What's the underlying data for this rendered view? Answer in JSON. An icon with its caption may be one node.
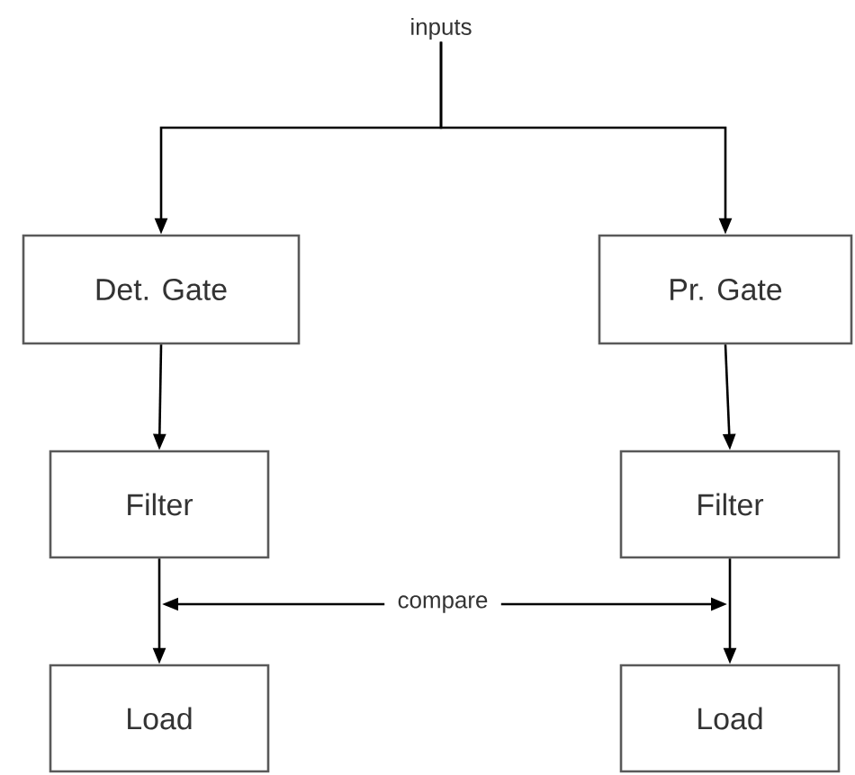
{
  "diagram": {
    "nodes": [
      {
        "text": [
          "inputs"
        ]
      },
      {
        "text": [
          "Det. Gate"
        ]
      },
      {
        "text": [
          "Pr. Gate"
        ]
      },
      {
        "text": [
          "Filter"
        ]
      },
      {
        "text": [
          "Filter"
        ]
      },
      {
        "text": [
          "Load"
        ]
      },
      {
        "text": [
          "Load"
        ]
      },
      {
        "text": [
          "compare"
        ]
      }
    ],
    "edges": [
      {
        "from": 0,
        "to": 1,
        "arrow": "to"
      },
      {
        "from": 0,
        "to": 2,
        "arrow": "to"
      },
      {
        "from": 1,
        "to": 3,
        "arrow": "to"
      },
      {
        "from": 2,
        "to": 4,
        "arrow": "to"
      },
      {
        "from": 3,
        "to": 5,
        "arrow": "to"
      },
      {
        "from": 4,
        "to": 6,
        "arrow": "to"
      },
      {
        "from": 7,
        "to": null,
        "arrow": "to"
      },
      {
        "from": 7,
        "to": null,
        "arrow": "to"
      }
    ]
  }
}
